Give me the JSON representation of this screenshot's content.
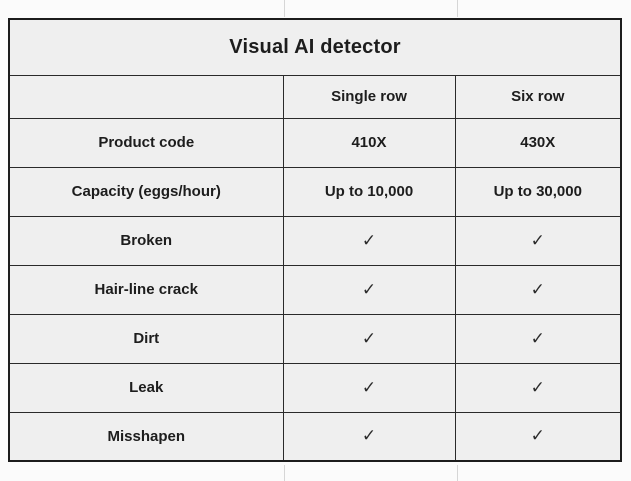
{
  "table": {
    "title": "Visual AI detector",
    "columns": [
      "",
      "Single row",
      "Six row"
    ],
    "rows": [
      {
        "label": "Product code",
        "single": "410X",
        "six": "430X"
      },
      {
        "label": "Capacity (eggs/hour)",
        "single": "Up to 10,000",
        "six": "Up to 30,000"
      },
      {
        "label": "Broken",
        "single": "✓",
        "six": "✓"
      },
      {
        "label": "Hair-line crack",
        "single": "✓",
        "six": "✓"
      },
      {
        "label": "Dirt",
        "single": "✓",
        "six": "✓"
      },
      {
        "label": "Leak",
        "single": "✓",
        "six": "✓"
      },
      {
        "label": "Misshapen",
        "single": "✓",
        "six": "✓"
      }
    ]
  },
  "colors": {
    "cell_background": "#efefef",
    "border": "#1c1c1c",
    "text": "#1d1d1d"
  }
}
